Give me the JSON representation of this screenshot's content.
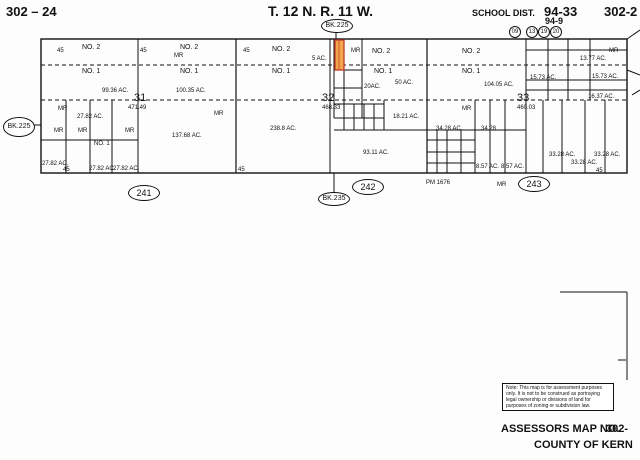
{
  "header": {
    "page_left": "302 – 24",
    "township": "T. 12 N. R. 11 W.",
    "school_dist_label": "SCHOOL DIST.",
    "school_dist_value": "94-33",
    "school_dist_sub": "94-9",
    "page_right": "302-2"
  },
  "books": {
    "top": "BK.225",
    "left": "BK.225",
    "bottom": "BK.235"
  },
  "circled_bottom": [
    "241",
    "242",
    "243"
  ],
  "sections": [
    "31",
    "32",
    "33"
  ],
  "section_values": [
    "471.49",
    "468.33",
    "460.03"
  ],
  "district_codes": [
    "09",
    "13",
    "19",
    "20"
  ],
  "labels": {
    "no1": "NO. 1",
    "no2": "NO. 2",
    "mr": "MR",
    "pm": "PM 1676",
    "x45": "45"
  },
  "acreages": {
    "a9936": "99.36 AC.",
    "a10035": "100.35 AC.",
    "a13768": "137.68 AC.",
    "a2388": "238.8 AC.",
    "a9311": "93.11 AC.",
    "a1821": "18.21 AC.",
    "a50": "50 AC.",
    "a5": "5 AC.",
    "a2082": "20AC.",
    "a10405": "104.05 AC.",
    "a1573a": "15.73 AC.",
    "a1573b": "15.73 AC.",
    "a1637": "16.37 AC.",
    "a1377": "13.77 AC.",
    "a3428a": "34.28 AC.",
    "a3428b": "34.28",
    "a2782a": "27.82 AC.",
    "a2782b": "27.82 AC.",
    "a2782c": "27.82 AC.",
    "a2782d": "27.82 AC.",
    "a3328a": "33.28 AC.",
    "a3328b": "33.28 AC.",
    "a3328c": "33.28 AC.",
    "a857a": "8.57 AC.",
    "a857b": "8.57 AC."
  },
  "note": "Note: This map is for assessment purposes only. It is not to be construed as portraying legal ownership or divisions of land for purposes of zoning or subdivision law.",
  "footer": {
    "title": "ASSESSORS MAP NO.",
    "number": "302-",
    "county": "COUNTY OF KERN"
  }
}
